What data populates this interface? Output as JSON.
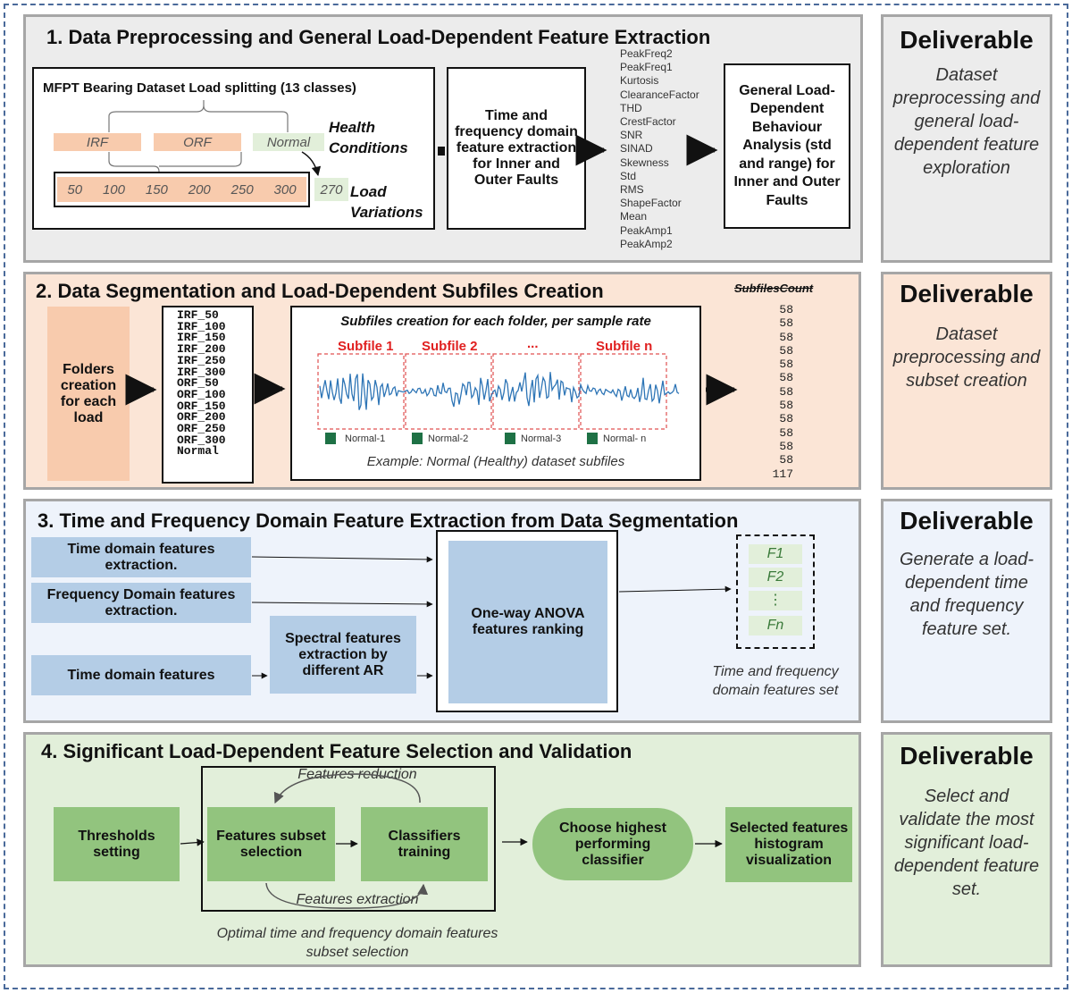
{
  "section1": {
    "title": "1. Data Preprocessing and General Load-Dependent Feature Extraction",
    "dataset_title": "MFPT Bearing Dataset Load splitting  (13 classes)",
    "conditions": [
      "IRF",
      "ORF",
      "Normal"
    ],
    "health_label_1": "Health",
    "health_label_2": "Conditions",
    "loads": [
      "50",
      "100",
      "150",
      "200",
      "250",
      "300"
    ],
    "normal_load": "270",
    "load_label_1": "Load",
    "load_label_2": "Variations",
    "extraction_box": "Time and frequency domain feature extraction for Inner and Outer Faults",
    "features": [
      "PeakFreq2",
      "PeakFreq1",
      "Kurtosis",
      "ClearanceFactor",
      "THD",
      "CrestFactor",
      "SNR",
      "SINAD",
      "Skewness",
      "Std",
      "RMS",
      "ShapeFactor",
      "Mean",
      "PeakAmp1",
      "PeakAmp2"
    ],
    "analysis_box": "General Load-Dependent Behaviour Analysis (std and range) for Inner and Outer Faults"
  },
  "section2": {
    "title": "2. Data Segmentation and Load-Dependent Subfiles Creation",
    "folders_box": "Folders creation for each load",
    "subsets": [
      "IRF_50",
      "IRF_100",
      "IRF_150",
      "IRF_200",
      "IRF_250",
      "IRF_300",
      "ORF_50",
      "ORF_100",
      "ORF_150",
      "ORF_200",
      "ORF_250",
      "ORF_300",
      "Normal"
    ],
    "subfiles_heading": "Subfiles creation for each folder, per sample rate",
    "subfile_labels": [
      "Subfile 1",
      "Subfile 2",
      "...",
      "Subfile n"
    ],
    "file_names": [
      "Normal-1",
      "Normal-2",
      "Normal-3",
      "Normal- n"
    ],
    "example_caption": "Example: Normal (Healthy) dataset subfiles",
    "count_header": "SubfilesCount",
    "counts": [
      "58",
      "58",
      "58",
      "58",
      "58",
      "58",
      "58",
      "58",
      "58",
      "58",
      "58",
      "58",
      "117"
    ]
  },
  "section3": {
    "title": "3. Time and Frequency Domain Feature Extraction from Data Segmentation",
    "time_box": "Time domain features extraction.",
    "freq_box": "Frequency Domain features extraction.",
    "time_feat_box": "Time domain features",
    "spectral_box": "Spectral features extraction by different AR",
    "anova_box": "One-way ANOVA features ranking",
    "feature_set": [
      "F1",
      "F2",
      "⋮",
      "Fn"
    ],
    "feature_set_caption": "Time and frequency domain features set"
  },
  "section4": {
    "title": "4. Significant Load-Dependent Feature Selection and Validation",
    "thresholds": "Thresholds setting",
    "subset_selection": "Features subset selection",
    "classifiers": "Classifiers training",
    "reduction": "Features reduction",
    "extraction": "Features extraction",
    "choose": "Choose highest performing classifier",
    "histogram": "Selected features histogram visualization",
    "caption": "Optimal time and frequency domain features subset selection"
  },
  "deliverables": [
    {
      "title": "Deliverable",
      "body": "Dataset preprocessing and general load-dependent feature exploration"
    },
    {
      "title": "Deliverable",
      "body": "Dataset preprocessing and subset creation"
    },
    {
      "title": "Deliverable",
      "body": "Generate a load-dependent time and frequency feature set."
    },
    {
      "title": "Deliverable",
      "body": "Select and validate the most significant load-dependent feature set."
    }
  ],
  "colors": {
    "panel1_bg": "#ececec",
    "panel2_bg": "#fbe5d6",
    "panel3_bg": "#eef3fb",
    "panel4_bg": "#e2efda",
    "salmon": "#f8cbad",
    "blue_box": "#b4cde6",
    "green_box": "#92c47e",
    "signal": "#2e75b6",
    "subfile_red": "#e02020"
  }
}
